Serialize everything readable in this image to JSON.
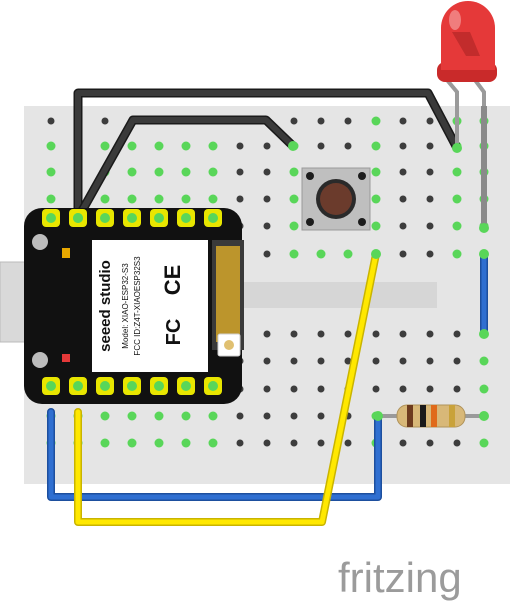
{
  "board": {
    "brand": "seeed studio",
    "model": "Model: XIAO-ESP32-S3",
    "fcc_id": "FCC ID:Z4T-XIAOESP32S3",
    "fcc_mark": "FC",
    "ce_mark": "CE"
  },
  "watermark": "fritzing",
  "colors": {
    "breadboard": "#e5e5e5",
    "hole_active": "#59d659",
    "hole_idle": "#3d3d3d",
    "wire_black": "#2b2b2b",
    "wire_yellow": "#ffe800",
    "wire_blue": "#2f6fd1",
    "wire_gray": "#9a9a9a",
    "pcb": "#111111",
    "pin_pad": "#e8e600",
    "led": "#e53939",
    "button_cap": "#6b3b2c",
    "watermark": "#9b9b9b"
  }
}
